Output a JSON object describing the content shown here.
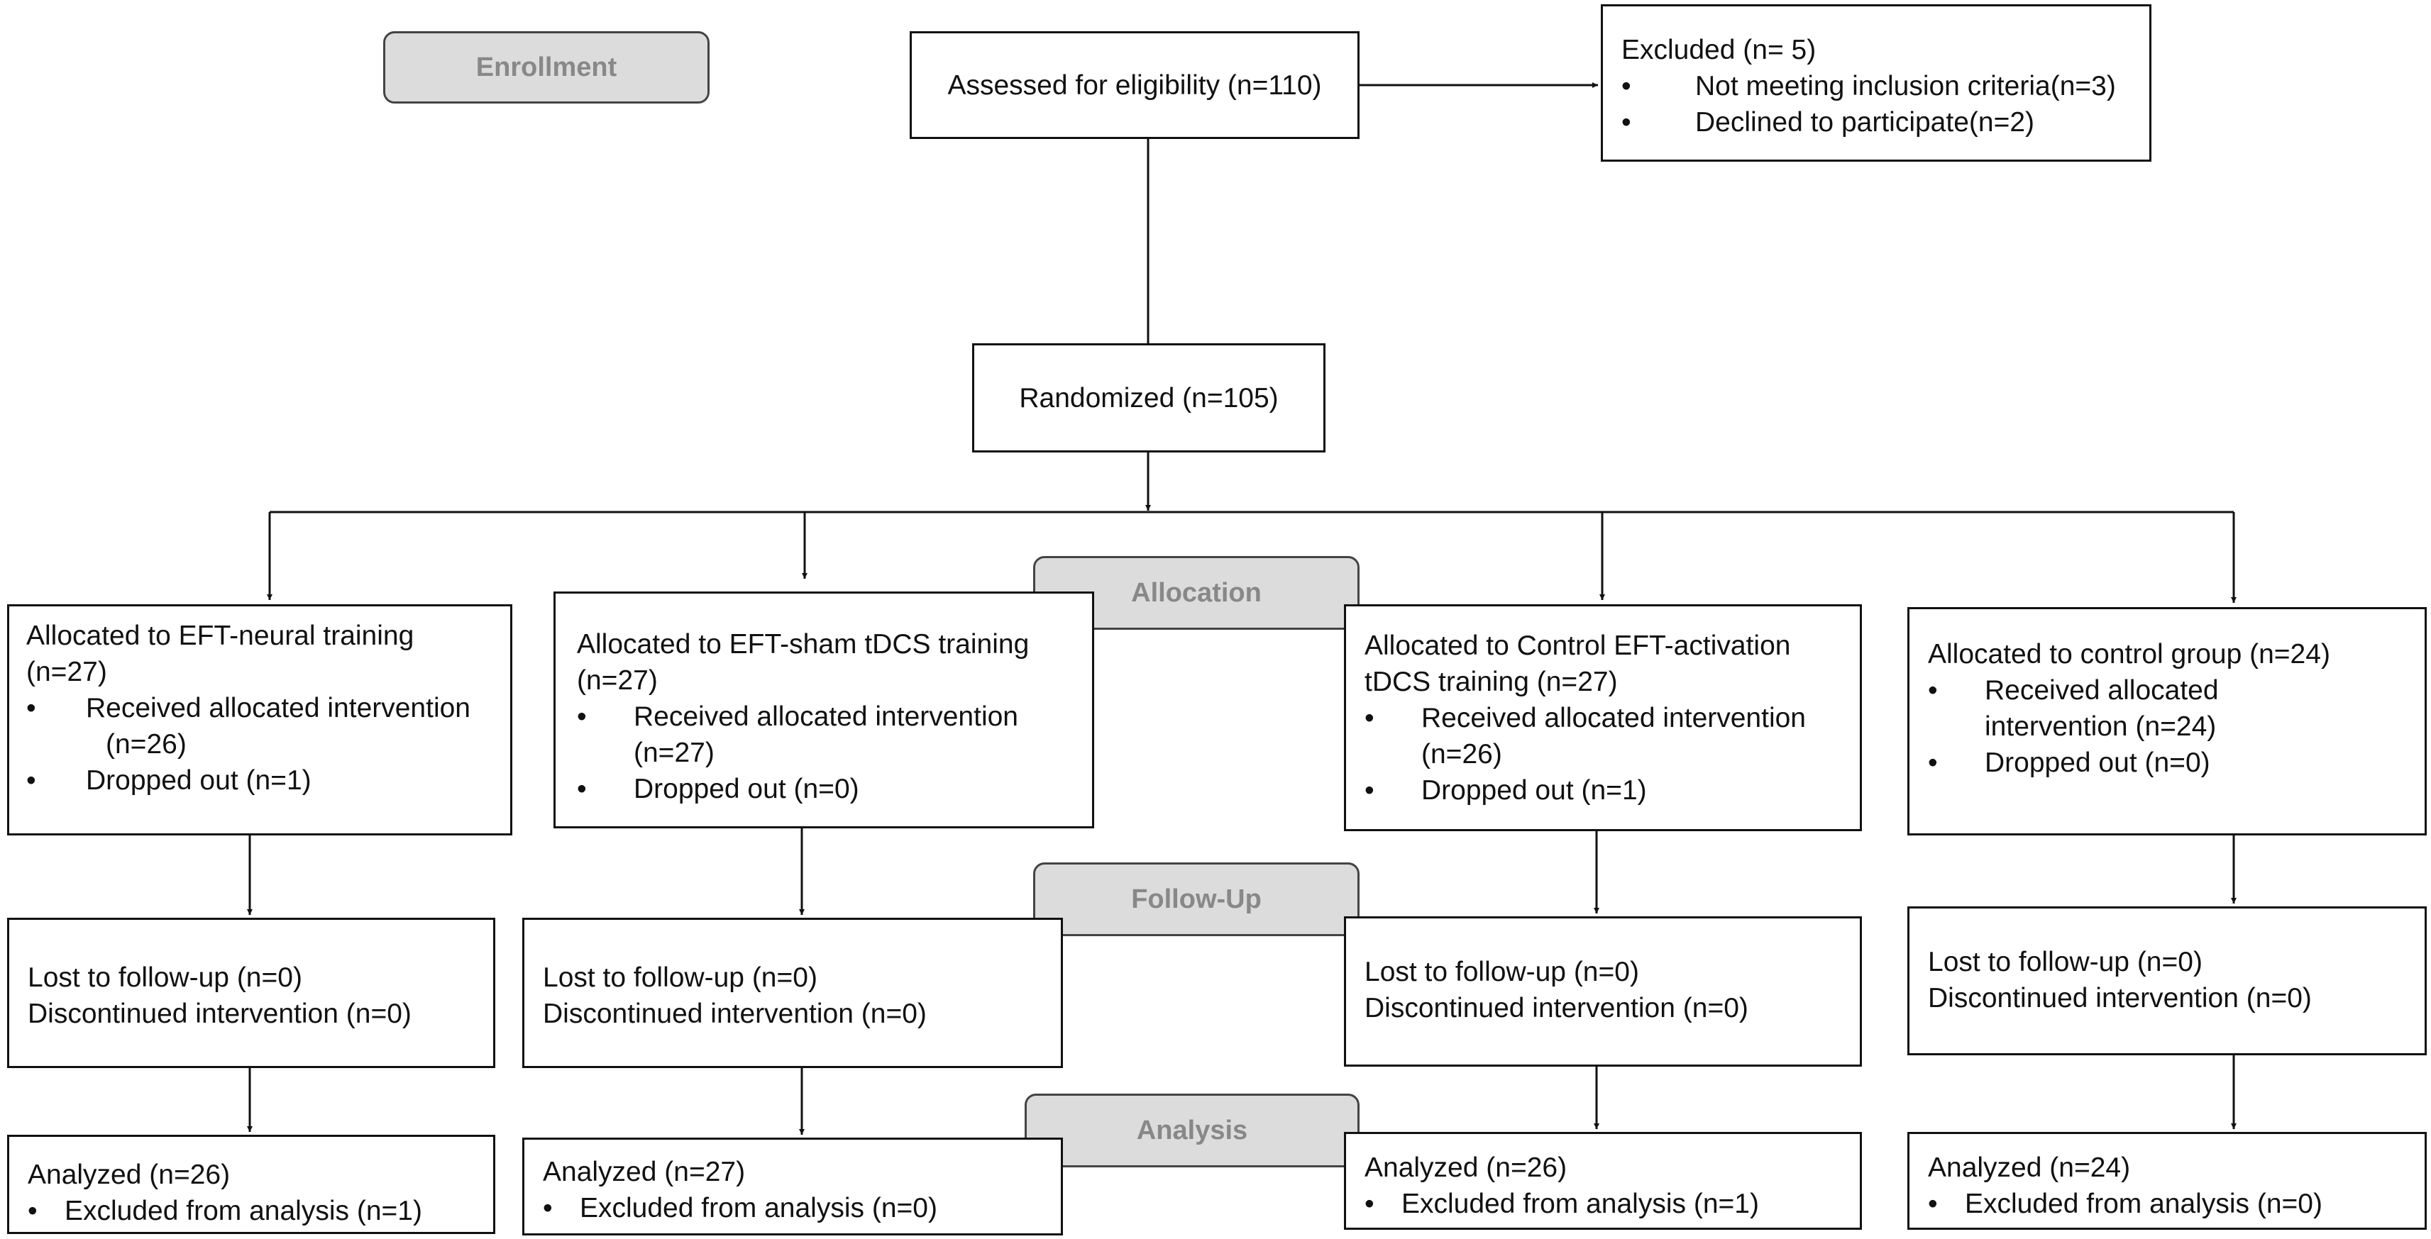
{
  "phases": {
    "enrollment": "Enrollment",
    "allocation": "Allocation",
    "follow_up": "Follow-Up",
    "analysis": "Analysis"
  },
  "bullet": "•",
  "assessed": "Assessed for eligibility (n=110)",
  "excluded": {
    "title": "Excluded (n= 5)",
    "items": [
      "Not meeting inclusion criteria(n=3)",
      "Declined to participate(n=2)"
    ]
  },
  "randomized": "Randomized (n=105)",
  "groups": [
    {
      "alloc_lines": [
        "Allocated to EFT-neural training",
        "(n=27)"
      ],
      "received": [
        "Received allocated intervention",
        "(n=26)"
      ],
      "dropped": "Dropped out (n=1)",
      "followup": [
        "Lost to follow-up (n=0)",
        "Discontinued intervention (n=0)"
      ],
      "analyzed": "Analyzed (n=26)",
      "excluded_analysis": "Excluded from analysis (n=1)"
    },
    {
      "alloc_lines": [
        "Allocated to EFT-sham tDCS training",
        "(n=27)"
      ],
      "received": [
        "Received allocated intervention",
        "(n=27)"
      ],
      "dropped": "Dropped out (n=0)",
      "followup": [
        "Lost to follow-up (n=0)",
        "Discontinued intervention (n=0)"
      ],
      "analyzed": "Analyzed (n=27)",
      "excluded_analysis": "Excluded from analysis (n=0)"
    },
    {
      "alloc_lines": [
        "Allocated to Control EFT-activation",
        "tDCS training (n=27)"
      ],
      "received": [
        "Received allocated intervention",
        "(n=26)"
      ],
      "dropped": "Dropped out (n=1)",
      "followup": [
        "Lost to follow-up (n=0)",
        "Discontinued intervention (n=0)"
      ],
      "analyzed": "Analyzed (n=26)",
      "excluded_analysis": "Excluded from analysis (n=1)"
    },
    {
      "alloc_lines": [
        "Allocated to control group (n=24)"
      ],
      "received": [
        "Received allocated",
        "intervention (n=24)"
      ],
      "dropped": "Dropped out (n=0)",
      "followup": [
        "Lost to follow-up (n=0)",
        "Discontinued intervention (n=0)"
      ],
      "analyzed": "Analyzed (n=24)",
      "excluded_analysis": "Excluded from analysis (n=0)"
    }
  ]
}
